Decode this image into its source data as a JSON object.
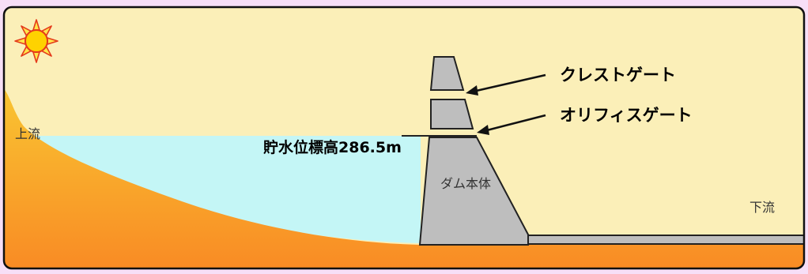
{
  "labels": {
    "upstream": "上流",
    "downstream": "下流",
    "crest_gate": "クレストゲート",
    "orifice_gate": "オリフィスゲート",
    "water_level": "貯水位標高286.5m",
    "dam_body": "ダム本体"
  },
  "icons": {
    "sun": "sun-icon"
  },
  "colors": {
    "sky": "#fbefb8",
    "water": "#c4f6f6",
    "ground_top": "#f9bf2e",
    "ground_bottom": "#f98e26",
    "dam": "#bebebe",
    "sun": "#ffd200",
    "sun_rays": "#e53a1b",
    "frame": "#101010"
  }
}
